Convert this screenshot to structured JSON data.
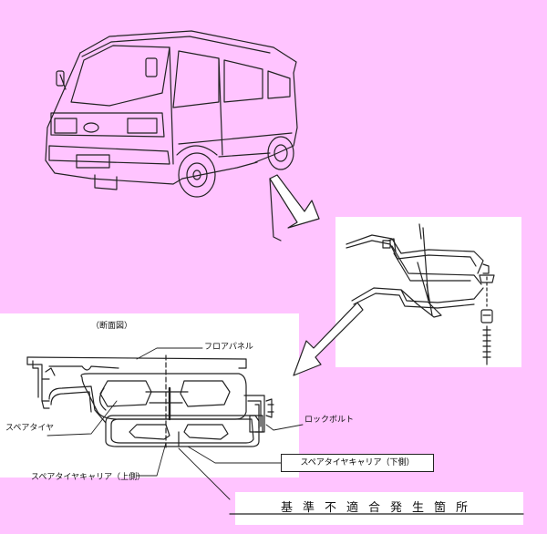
{
  "diagram": {
    "section_label": "（断面図）",
    "floor_panel_label": "フロアパネル",
    "lock_bolt_label": "ロックボルト",
    "spare_tire_label": "スペアタイヤ",
    "carrier_lower_label": "スペアタイヤキャリア（下側）",
    "carrier_upper_label": "スペアタイヤキャリア（上側）",
    "nonconformity_title": "基準不適合発生箇所"
  }
}
